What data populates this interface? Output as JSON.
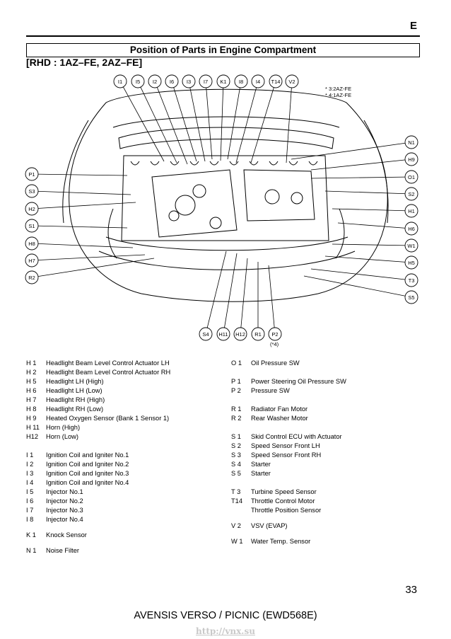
{
  "header": {
    "section_letter": "E",
    "title": "Position of Parts in Engine Compartment",
    "subtitle": "[RHD : 1AZ–FE, 2AZ–FE]"
  },
  "diagram": {
    "notes": [
      "* 3:2AZ-FE",
      "* 4:1AZ-FE"
    ],
    "top_callouts": [
      "I1",
      "I5",
      "I2",
      "I6",
      "I3",
      "I7",
      "K1",
      "I8",
      "I4",
      "T14",
      "V2"
    ],
    "left_callouts": [
      "P1",
      "S3",
      "H2",
      "S1",
      "H8",
      "H7",
      "R2"
    ],
    "right_callouts": [
      "N1",
      "H9",
      "O1",
      "S2",
      "H1",
      "H6",
      "W1",
      "H5",
      "T3",
      "S5"
    ],
    "bottom_callouts": [
      "S4",
      "H11",
      "H12",
      "R1",
      "P2"
    ],
    "p2_note": "(*4)"
  },
  "legend": {
    "left": [
      {
        "code": "H  1",
        "text": "Headlight Beam Level Control Actuator LH"
      },
      {
        "code": "H  2",
        "text": "Headlight Beam Level Control Actuator RH"
      },
      {
        "code": "H  5",
        "text": "Headlight LH (High)"
      },
      {
        "code": "H  6",
        "text": "Headlight LH (Low)"
      },
      {
        "code": "H  7",
        "text": "Headlight RH (High)"
      },
      {
        "code": "H  8",
        "text": "Headlight RH (Low)"
      },
      {
        "code": "H  9",
        "text": "Heated Oxygen Sensor (Bank 1 Sensor 1)"
      },
      {
        "code": "H 11",
        "text": "Horn (High)"
      },
      {
        "code": "H12",
        "text": "Horn (Low)"
      },
      {
        "code": "I   1",
        "text": "Ignition Coil and Igniter No.1"
      },
      {
        "code": "I   2",
        "text": "Ignition Coil and Igniter No.2"
      },
      {
        "code": "I   3",
        "text": "Ignition Coil and Igniter No.3"
      },
      {
        "code": "I   4",
        "text": "Ignition Coil and Igniter No.4"
      },
      {
        "code": "I   5",
        "text": "Injector No.1"
      },
      {
        "code": "I   6",
        "text": "Injector No.2"
      },
      {
        "code": "I   7",
        "text": "Injector No.3"
      },
      {
        "code": "I   8",
        "text": "Injector No.4"
      },
      {
        "code": "K  1",
        "text": "Knock Sensor"
      },
      {
        "code": "N  1",
        "text": "Noise Filter"
      }
    ],
    "right": [
      {
        "code": "O  1",
        "text": "Oil Pressure SW"
      },
      {
        "code": "P  1",
        "text": "Power Steering Oil Pressure SW"
      },
      {
        "code": "P  2",
        "text": "Pressure SW"
      },
      {
        "code": "R  1",
        "text": "Radiator Fan Motor"
      },
      {
        "code": "R  2",
        "text": "Rear Washer Motor"
      },
      {
        "code": "S  1",
        "text": "Skid Control ECU with Actuator"
      },
      {
        "code": "S  2",
        "text": "Speed Sensor Front LH"
      },
      {
        "code": "S  3",
        "text": "Speed Sensor Front RH"
      },
      {
        "code": "S  4",
        "text": "Starter"
      },
      {
        "code": "S  5",
        "text": "Starter"
      },
      {
        "code": "T  3",
        "text": "Turbine Speed Sensor"
      },
      {
        "code": "T14",
        "text": "Throttle Control Motor"
      },
      {
        "code": "",
        "text": "Throttle Position Sensor"
      },
      {
        "code": "V  2",
        "text": "VSV (EVAP)"
      },
      {
        "code": "W 1",
        "text": "Water Temp. Sensor"
      }
    ]
  },
  "footer": {
    "page_number": "33",
    "model": "AVENSIS VERSO / PICNIC (EWD568E)",
    "watermark": "http://vnx.su"
  }
}
